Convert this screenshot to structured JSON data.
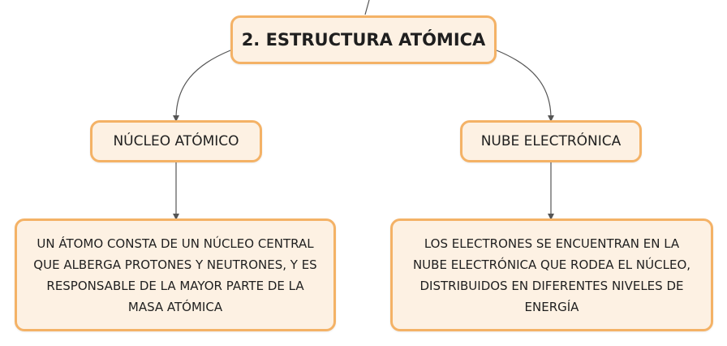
{
  "diagram": {
    "root": {
      "label": "2. ESTRUCTURA ATÓMICA"
    },
    "branches": [
      {
        "label": "NÚCLEO ATÓMICO",
        "description": "UN ÁTOMO CONSTA DE UN NÚCLEO CENTRAL QUE ALBERGA PROTONES Y NEUTRONES, Y ES RESPONSABLE DE LA MAYOR PARTE DE LA MASA ATÓMICA"
      },
      {
        "label": "NUBE ELECTRÓNICA",
        "description": "LOS ELECTRONES SE ENCUENTRAN EN LA NUBE ELECTRÓNICA QUE RODEA EL NÚCLEO, DISTRIBUIDOS EN DIFERENTES NIVELES DE ENERGÍA"
      }
    ]
  },
  "colors": {
    "node_fill": "#fdf1e3",
    "node_border": "#f4b266",
    "connector": "#555555",
    "text": "#1f1f1f"
  }
}
